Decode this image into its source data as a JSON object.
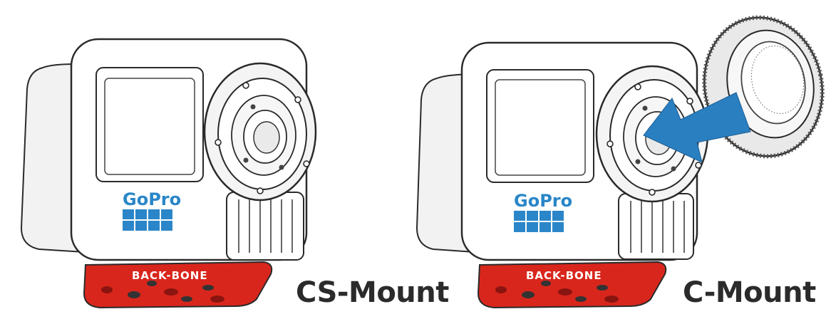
{
  "labels": {
    "left_mount": "CS-Mount",
    "right_mount": "C-Mount"
  },
  "brand": {
    "camera": "GoPro",
    "base_plate": "BACK-BONE"
  },
  "colors": {
    "gopro_blue": "#2a86c8",
    "plate_red": "#d9261c",
    "arrow_blue": "#2a7fc1",
    "outline": "#2a2a2a",
    "label_text": "#2b2b2b"
  },
  "icons": {
    "insert_arrow": "arrow-icon"
  }
}
